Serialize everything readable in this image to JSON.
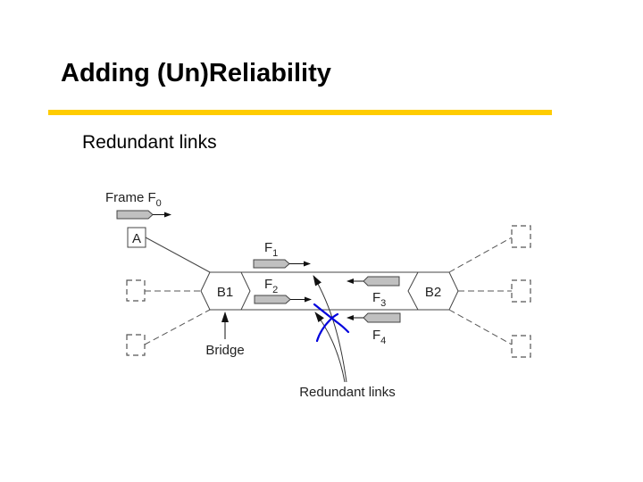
{
  "slide": {
    "title": "Adding (Un)Reliability",
    "subtitle": "Redundant links",
    "accent_color": "#FFCC00"
  },
  "diagram": {
    "frame_label_prefix": "Frame F",
    "frame_label_sub": "0",
    "host_a_label": "A",
    "bridge1_label": "B1",
    "bridge2_label": "B2",
    "bridge_callout": "Bridge",
    "redundant_callout": "Redundant links",
    "frames": [
      {
        "name": "F",
        "sub": "1",
        "direction": "right"
      },
      {
        "name": "F",
        "sub": "2",
        "direction": "right"
      },
      {
        "name": "F",
        "sub": "3",
        "direction": "left"
      },
      {
        "name": "F",
        "sub": "4",
        "direction": "left"
      }
    ],
    "annotation_color": "#0000DD",
    "frame_fill": "#C0C0C0",
    "line_color": "#444444"
  }
}
